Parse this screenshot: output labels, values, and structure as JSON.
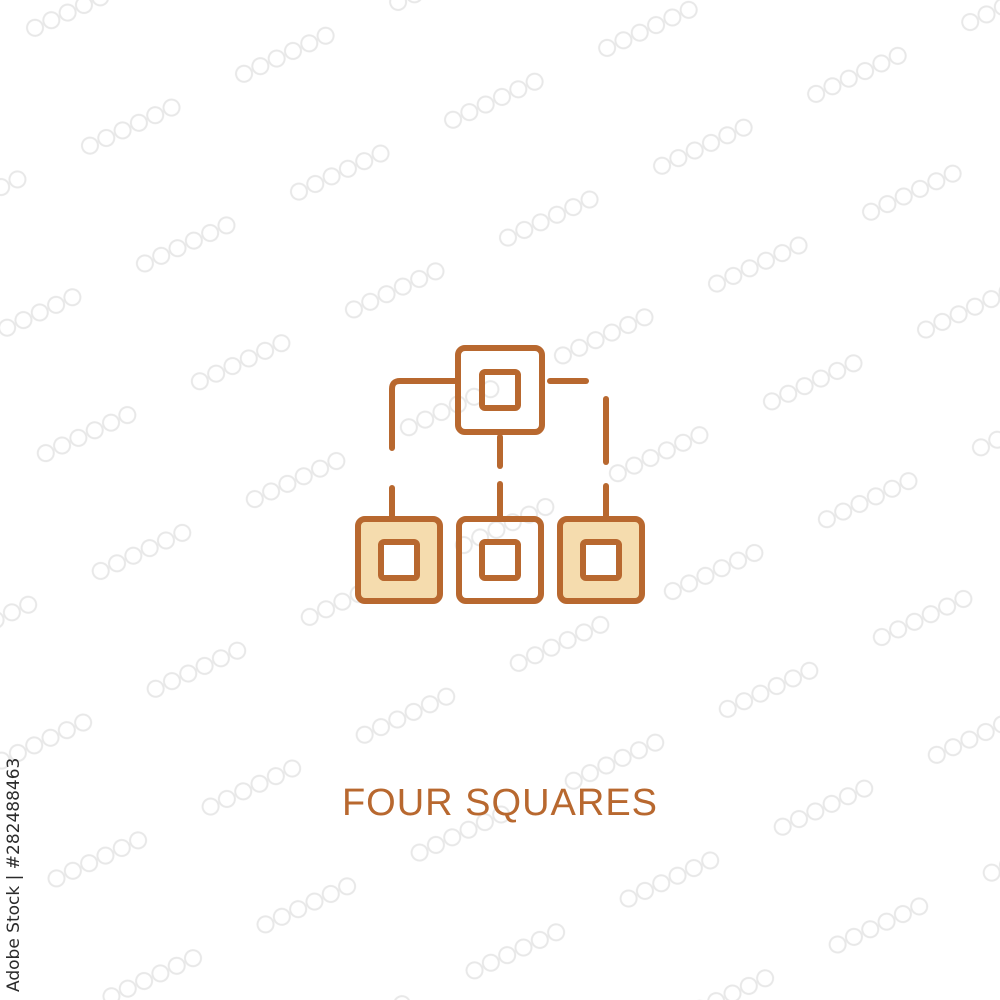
{
  "caption": "FOUR SQUARES",
  "stock_id": "Adobe Stock | #282488463",
  "watermark_text": "Adobe Stock",
  "colors": {
    "stroke": "#b8682f",
    "fill_light": "#f5dcae",
    "caption": "#b8682f",
    "background": "#ffffff"
  },
  "icon": {
    "name": "hierarchy-squares-icon",
    "nodes": [
      {
        "role": "parent",
        "filled": false
      },
      {
        "role": "child-left",
        "filled": true
      },
      {
        "role": "child-middle",
        "filled": false
      },
      {
        "role": "child-right",
        "filled": true
      }
    ]
  }
}
